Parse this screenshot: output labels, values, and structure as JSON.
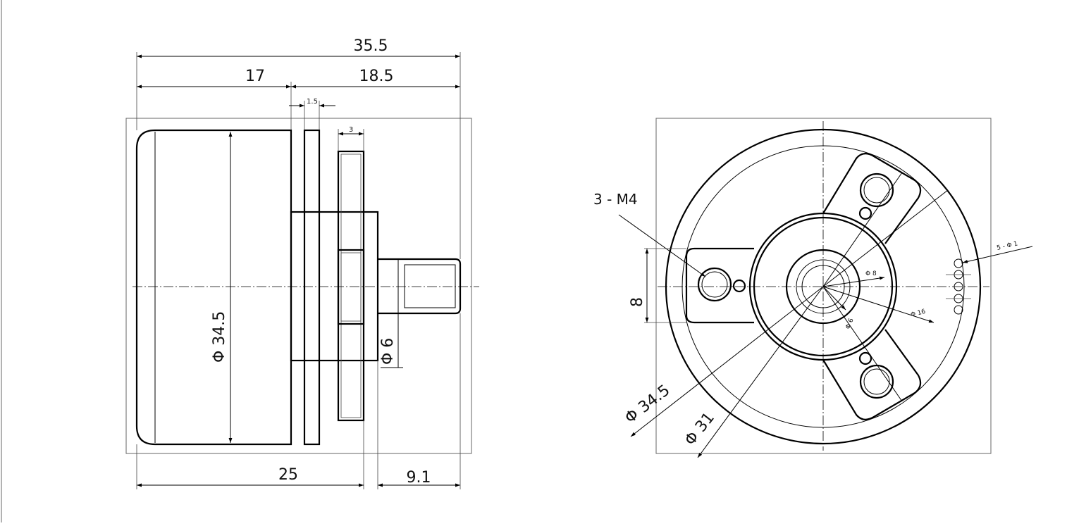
{
  "side_view": {
    "overall_length": "35.5",
    "body_length": "17",
    "front_length": "18.5",
    "plate_thickness": "1.5",
    "boss_thickness": "3",
    "mount_length": "25",
    "shaft_length": "9.1",
    "body_diameter": "Φ 34.5",
    "shaft_diameter": "Φ 6"
  },
  "front_view": {
    "tapped_holes": "3 - M4",
    "arm_width": "8",
    "small_holes": "5 - Φ 1",
    "dia_8": "Φ 8",
    "dia_6": "Φ 6",
    "dia_16": "Φ 16",
    "dia_34_5": "Φ 34.5",
    "dia_31": "Φ 31"
  }
}
